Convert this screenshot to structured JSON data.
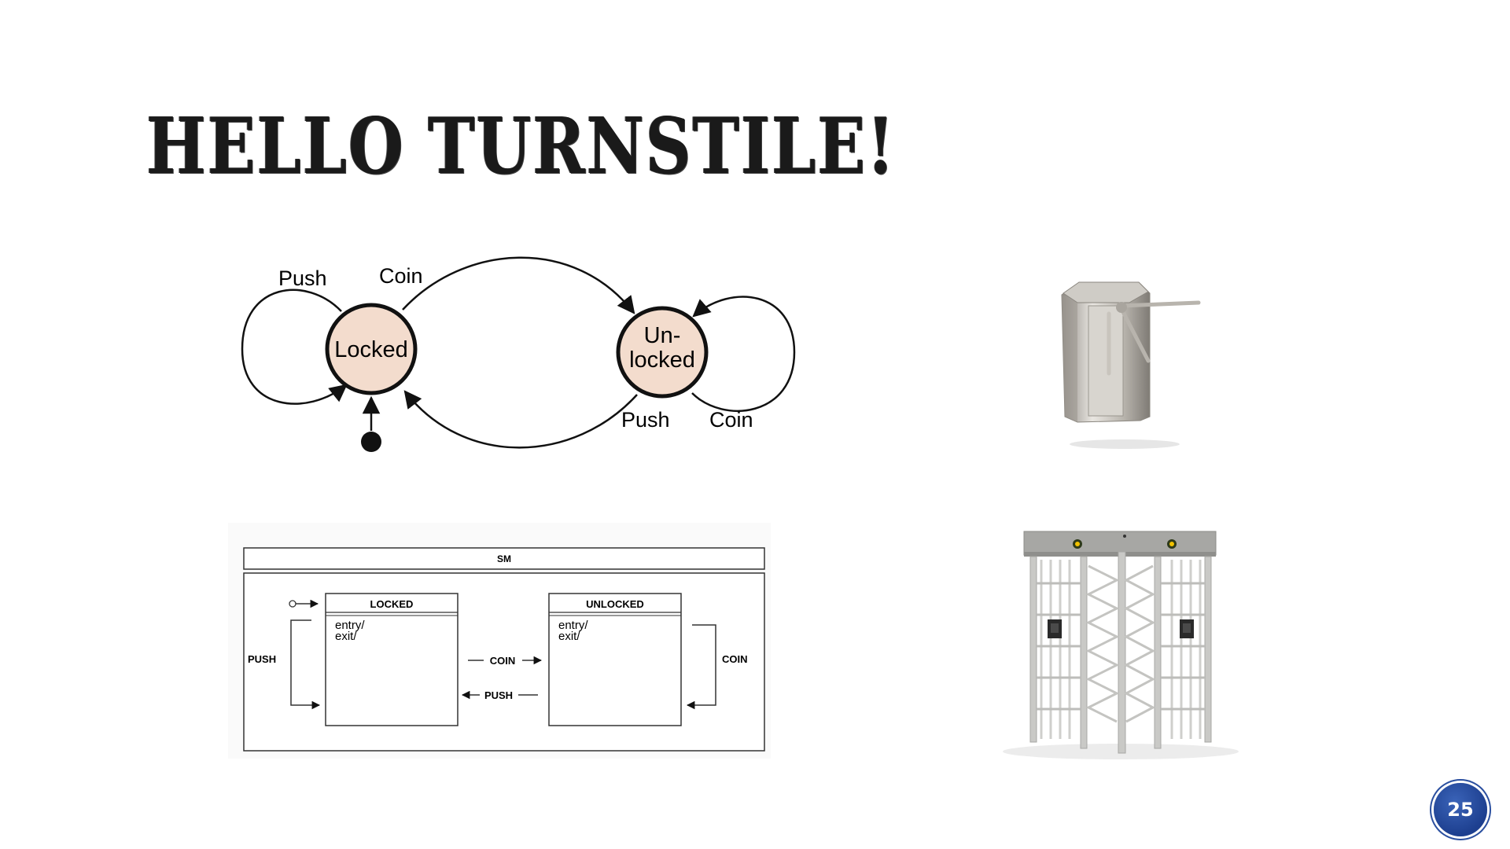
{
  "slide": {
    "title": "HELLO TURNSTILE!",
    "page_number": "25"
  },
  "state_diagram": {
    "states": [
      "Locked",
      "Un-",
      "locked"
    ],
    "labels": {
      "push_self_locked": "Push",
      "coin_to_unlocked": "Coin",
      "push_to_locked": "Push",
      "coin_self_unlocked": "Coin"
    },
    "colors": {
      "state_fill": "#f3dccd",
      "stroke": "#111111"
    }
  },
  "uml_diagram": {
    "machine_name": "SM",
    "locked_state": {
      "name": "LOCKED",
      "entry": "entry/",
      "exit": "exit/"
    },
    "unlocked_state": {
      "name": "UNLOCKED",
      "entry": "entry/",
      "exit": "exit/"
    },
    "labels": {
      "push_self": "PUSH",
      "coin_forward": "COIN",
      "push_back": "PUSH",
      "coin_self": "COIN"
    }
  },
  "images": {
    "tripod": "tripod-turnstile-image",
    "full_height": "full-height-turnstile-image"
  },
  "colors": {
    "badge": "#2a4f9f"
  }
}
